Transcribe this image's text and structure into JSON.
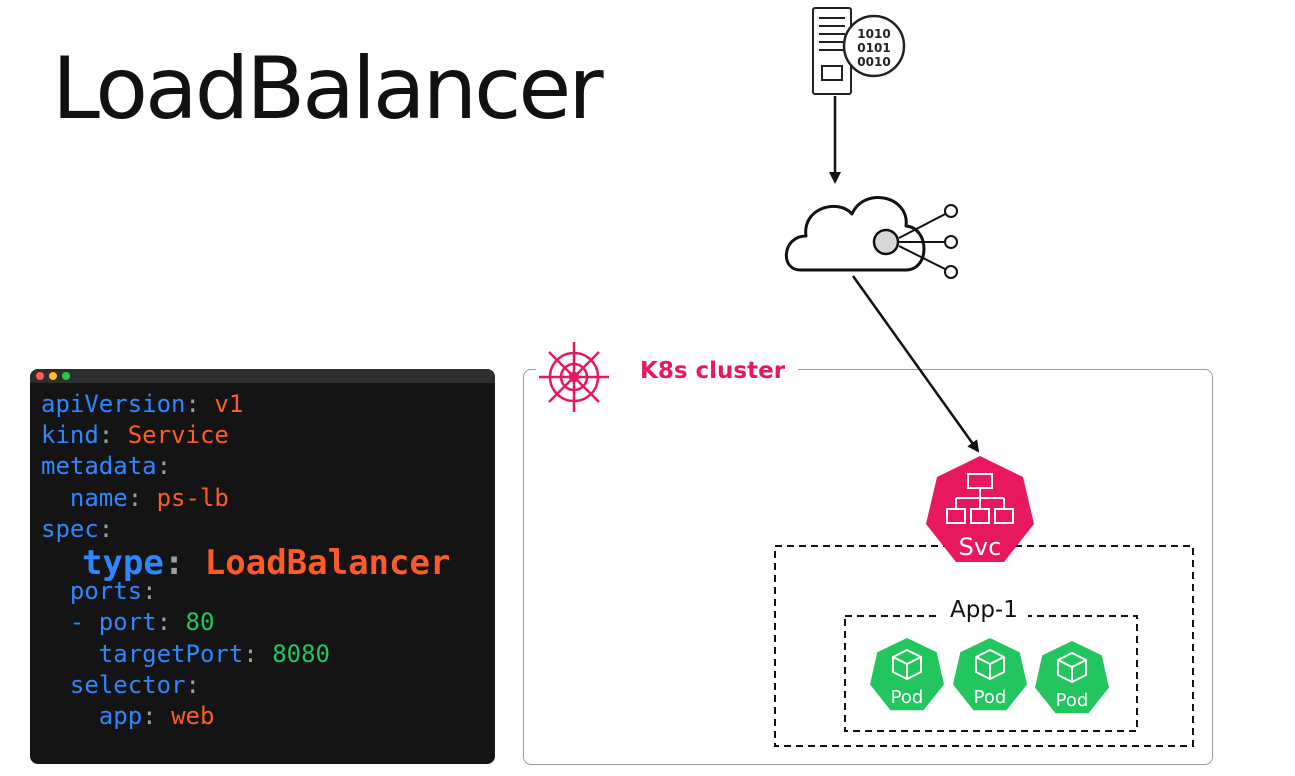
{
  "title": "LoadBalancer",
  "code": {
    "lines": [
      {
        "indent": "",
        "key": "apiVersion",
        "value": "v1",
        "value_type": "str"
      },
      {
        "indent": "",
        "key": "kind",
        "value": "Service",
        "value_type": "str"
      },
      {
        "indent": "",
        "key": "metadata",
        "value": "",
        "value_type": "none"
      },
      {
        "indent": "  ",
        "key": "name",
        "value": "ps-lb",
        "value_type": "str"
      },
      {
        "indent": "",
        "key": "spec",
        "value": "",
        "value_type": "none"
      },
      {
        "indent": "  ",
        "key": "type",
        "value": "LoadBalancer",
        "value_type": "str",
        "emphasis": true
      },
      {
        "indent": "  ",
        "key": "ports",
        "value": "",
        "value_type": "none"
      },
      {
        "indent": "  - ",
        "key": "port",
        "value": "80",
        "value_type": "num"
      },
      {
        "indent": "    ",
        "key": "targetPort",
        "value": "8080",
        "value_type": "num"
      },
      {
        "indent": "  ",
        "key": "selector",
        "value": "",
        "value_type": "none"
      },
      {
        "indent": "    ",
        "key": "app",
        "value": "web",
        "value_type": "str"
      }
    ],
    "colors": {
      "key": "#2f86ff",
      "string": "#ff5a2a",
      "number": "#22c55e",
      "punctuation": "#9aa0a6",
      "background": "#141414"
    },
    "window_dots": [
      "#ff5f57",
      "#febc2e",
      "#28c840"
    ]
  },
  "diagram": {
    "cluster_label": "K8s cluster",
    "cluster_color": "#e8185f",
    "service_label": "Svc",
    "service_color": "#e8185f",
    "app_label": "App-1",
    "pod_labels": [
      "Pod",
      "Pod",
      "Pod"
    ],
    "pod_color": "#22c55e",
    "icons": [
      "server-icon",
      "binary-data-icon",
      "cloud-icon",
      "network-node-icon",
      "helm-wheel-icon",
      "network-topology-icon",
      "cube-icon"
    ]
  }
}
